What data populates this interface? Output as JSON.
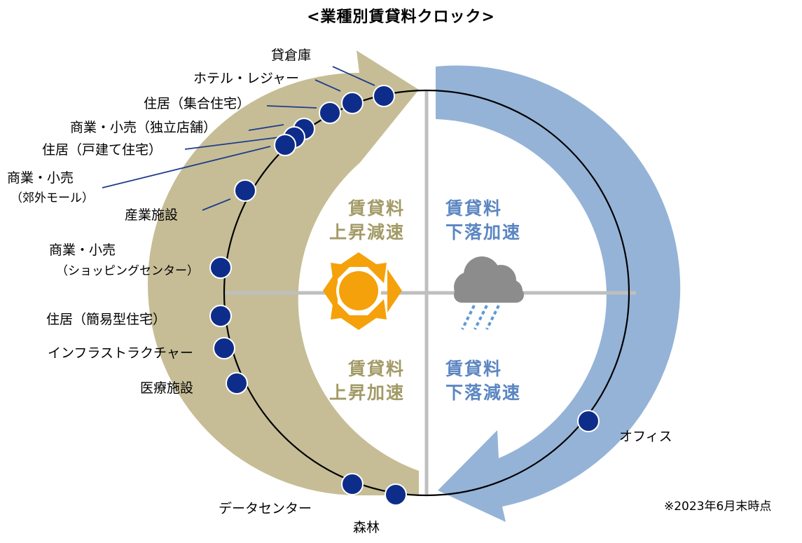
{
  "title": "<業種別賃貸料クロック>",
  "quadrants": {
    "top_left": [
      "賃貸料",
      "上昇減速"
    ],
    "top_right": [
      "賃貸料",
      "下落加速"
    ],
    "bottom_left": [
      "賃貸料",
      "上昇加速"
    ],
    "bottom_right": [
      "賃貸料",
      "下落減速"
    ]
  },
  "icons": {
    "center_left": "sun-icon",
    "center_right": "rain-cloud-icon"
  },
  "sectors": [
    {
      "id": "kashisoko",
      "lines": [
        "貸倉庫"
      ]
    },
    {
      "id": "hotel",
      "lines": [
        "ホテル・レジャー"
      ]
    },
    {
      "id": "jukyo_shugo",
      "lines": [
        "住居（集合住宅）"
      ]
    },
    {
      "id": "shogyo_dokuritsu",
      "lines": [
        "商業・小売（独立店舗）"
      ]
    },
    {
      "id": "jukyo_kodate",
      "lines": [
        "住居（戸建て住宅）"
      ]
    },
    {
      "id": "shogyo_kogai",
      "lines": [
        "商業・小売",
        "（郊外モール）"
      ]
    },
    {
      "id": "sangyo",
      "lines": [
        "産業施設"
      ]
    },
    {
      "id": "shogyo_sc",
      "lines": [
        "商業・小売",
        "（ショッピングセンター）"
      ]
    },
    {
      "id": "jukyo_kan-i",
      "lines": [
        "住居（簡易型住宅）"
      ]
    },
    {
      "id": "infra",
      "lines": [
        "インフラストラクチャー"
      ]
    },
    {
      "id": "iryo",
      "lines": [
        "医療施設"
      ]
    },
    {
      "id": "datacenter",
      "lines": [
        "データセンター"
      ]
    },
    {
      "id": "shinrin",
      "lines": [
        "森林"
      ]
    },
    {
      "id": "office",
      "lines": [
        "オフィス"
      ]
    }
  ],
  "note": "※2023年6月末時点",
  "colors": {
    "tan_arrow": "#c6bd96",
    "blue_arrow": "#95b3d7",
    "dot_fill": "#0e2d8a",
    "dot_stroke": "#ffffff",
    "tan_text": "#a39a66",
    "blue_text": "#5b86c2",
    "sun": "#f5a10b",
    "cloud": "#8c8c8c",
    "rain": "#5b9bd5",
    "axis": "#bfbfbf",
    "leader": "#1f3d8c"
  }
}
